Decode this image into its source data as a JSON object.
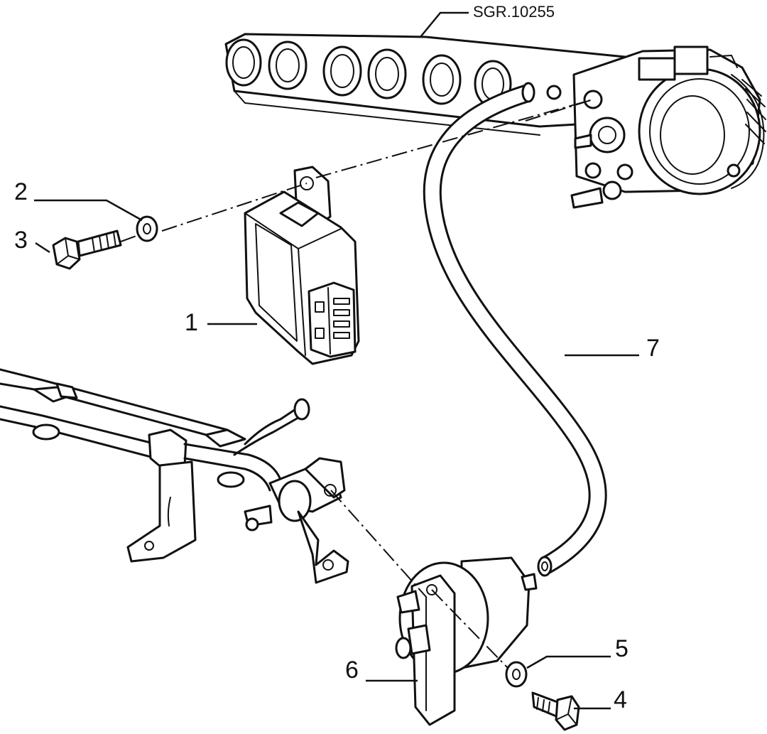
{
  "reference_code": "SGR.10255",
  "callouts": [
    {
      "id": "1",
      "label": "1"
    },
    {
      "id": "2",
      "label": "2"
    },
    {
      "id": "3",
      "label": "3"
    },
    {
      "id": "4",
      "label": "4"
    },
    {
      "id": "5",
      "label": "5"
    },
    {
      "id": "6",
      "label": "6"
    },
    {
      "id": "7",
      "label": "7"
    }
  ],
  "colors": {
    "ink": "#111111",
    "paper": "#ffffff"
  }
}
